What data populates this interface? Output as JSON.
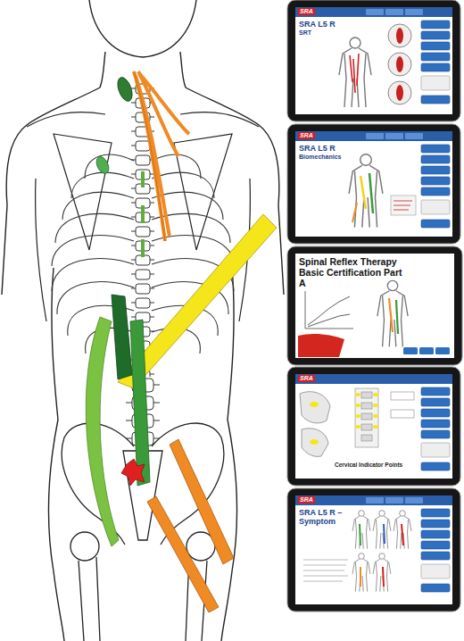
{
  "diagram": {
    "nodes": [
      {
        "text": [
          "SRA",
          "SRA L5 R",
          "SRT"
        ]
      },
      {
        "text": [
          "SRA",
          "SRA L5 R",
          "Biomechanics"
        ]
      },
      {
        "text": [
          "Spinal Reflex Therapy Basic Certification Part A"
        ]
      },
      {
        "text": [
          "SRA",
          "Cervical Indicator Points"
        ]
      },
      {
        "text": [
          "SRA",
          "SRA L5 R – Symptom"
        ]
      }
    ]
  }
}
